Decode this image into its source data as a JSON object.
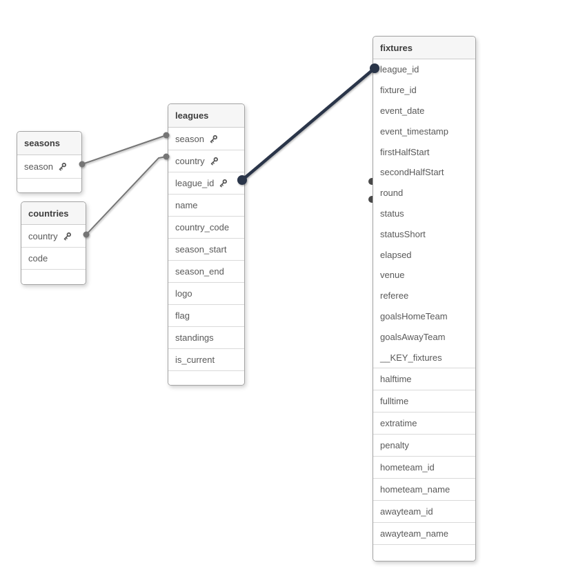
{
  "diagram": {
    "tables": [
      {
        "name": "seasons",
        "fields": [
          {
            "label": "season",
            "key": true
          }
        ]
      },
      {
        "name": "countries",
        "fields": [
          {
            "label": "country",
            "key": true
          },
          {
            "label": "code",
            "key": false
          }
        ]
      },
      {
        "name": "leagues",
        "fields": [
          {
            "label": "season",
            "key": true
          },
          {
            "label": "country",
            "key": true
          },
          {
            "label": "league_id",
            "key": true
          },
          {
            "label": "name",
            "key": false
          },
          {
            "label": "country_code",
            "key": false
          },
          {
            "label": "season_start",
            "key": false
          },
          {
            "label": "season_end",
            "key": false
          },
          {
            "label": "logo",
            "key": false
          },
          {
            "label": "flag",
            "key": false
          },
          {
            "label": "standings",
            "key": false
          },
          {
            "label": "is_current",
            "key": false
          }
        ]
      },
      {
        "name": "fixtures",
        "fields": [
          {
            "label": "league_id",
            "key": false
          },
          {
            "label": "fixture_id",
            "key": false
          },
          {
            "label": "event_date",
            "key": false
          },
          {
            "label": "event_timestamp",
            "key": false
          },
          {
            "label": "firstHalfStart",
            "key": false
          },
          {
            "label": "secondHalfStart",
            "key": false
          },
          {
            "label": "round",
            "key": false
          },
          {
            "label": "status",
            "key": false
          },
          {
            "label": "statusShort",
            "key": false
          },
          {
            "label": "elapsed",
            "key": false
          },
          {
            "label": "venue",
            "key": false
          },
          {
            "label": "referee",
            "key": false
          },
          {
            "label": "goalsHomeTeam",
            "key": false
          },
          {
            "label": "goalsAwayTeam",
            "key": false
          },
          {
            "label": "__KEY_fixtures",
            "key": false
          },
          {
            "label": "halftime",
            "key": false
          },
          {
            "label": "fulltime",
            "key": false
          },
          {
            "label": "extratime",
            "key": false
          },
          {
            "label": "penalty",
            "key": false
          },
          {
            "label": "hometeam_id",
            "key": false
          },
          {
            "label": "hometeam_name",
            "key": false
          },
          {
            "label": "awayteam_id",
            "key": false
          },
          {
            "label": "awayteam_name",
            "key": false
          }
        ]
      }
    ],
    "connectors": [
      {
        "from": "seasons.season",
        "to": "leagues.season",
        "style": "normal"
      },
      {
        "from": "countries.country",
        "to": "leagues.country",
        "style": "normal"
      },
      {
        "from": "leagues.league_id",
        "to": "fixtures.league_id",
        "style": "selected"
      }
    ],
    "colors": {
      "connector_normal": "#757575",
      "connector_selected": "#2b3448",
      "table_border": "#a3a3a3",
      "header_bg": "#f6f6f6",
      "header_text": "#3d3d3d",
      "field_text": "#595959",
      "separator": "#d9d9d9",
      "canvas_bg": "#ffffff"
    },
    "icons": {
      "primary_key": "key-icon"
    }
  }
}
